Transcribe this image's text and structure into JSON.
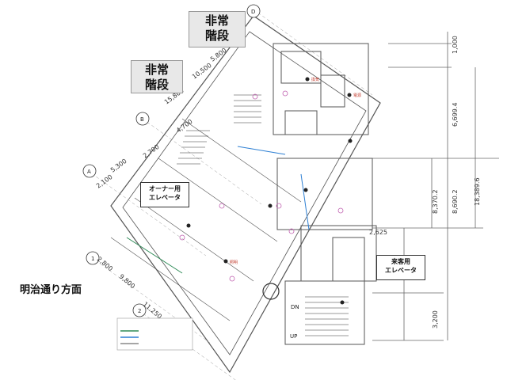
{
  "labels": {
    "emergency_stairs_top": [
      "非常",
      "階段"
    ],
    "emergency_stairs_left": [
      "非常",
      "階段"
    ],
    "owner_elevator": [
      "オーナー用",
      "エレベータ"
    ],
    "guest_elevator": [
      "来客用",
      "エレベータ"
    ],
    "street_side": "明治通り方面"
  },
  "grid_axes": [
    "D",
    "B",
    "A",
    "1",
    "2"
  ],
  "dimensions": {
    "diagonal": [
      "5,800",
      "10,500",
      "15,800",
      "4,700",
      "5,300",
      "2,700",
      "2,100",
      "2,800",
      "9,800",
      "11,250"
    ],
    "vertical": [
      "1,000",
      "6,699.4",
      "8,370.2",
      "8,690.2",
      "18,389.6",
      "3,200"
    ],
    "horizontal": [
      "2,625"
    ]
  },
  "markers": {
    "down": "DN",
    "up": "UP"
  },
  "room_notes": [
    "換気",
    "電源",
    "照明"
  ],
  "colors": {
    "wall": "#555555",
    "annotation": "#c0392b",
    "dot": "#222222",
    "accent_green": "#2e8b57",
    "accent_blue": "#2d7fd3"
  }
}
